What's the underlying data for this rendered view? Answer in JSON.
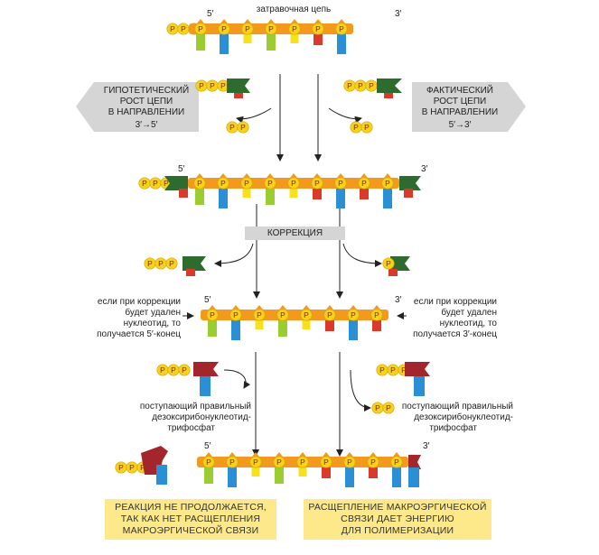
{
  "labels": {
    "primer_chain": "затравочная цепь",
    "prime5": "5′",
    "prime3": "3′",
    "hypothetical": [
      "ГИПОТЕТИЧЕСКИЙ",
      "РОСТ ЦЕПИ",
      "В НАПРАВЛЕНИИ"
    ],
    "hypothetical_dir": "3′→5′",
    "actual": [
      "ФАКТИЧЕСКИЙ",
      "РОСТ ЦЕПИ",
      "В НАПРАВЛЕНИИ"
    ],
    "actual_dir": "5′→3′",
    "correction": "КОРРЕКЦИЯ",
    "left_note": [
      "если при коррекции",
      "будет удален",
      "нуклеотид, то",
      "получается 5′-конец"
    ],
    "right_note": [
      "если при коррекции",
      "будет удален",
      "нуклеотид, то",
      "получается 3′-конец"
    ],
    "incoming_left": [
      "поступающий правильный",
      "дезоксирибонуклеотид-",
      "трифосфат"
    ],
    "incoming_right": [
      "поступающий правильный",
      "дезоксирибонуклеотид-",
      "трифосфат"
    ],
    "box_left": [
      "РЕАКЦИЯ НЕ ПРОДОЛЖАЕТСЯ,",
      "ТАК КАК НЕТ РАСЩЕПЛЕНИЯ",
      "МАКРОЭРГИЧЕСКОЙ СВЯЗИ"
    ],
    "box_right": [
      "РАСЩЕПЛЕНИЕ МАКРОЭРГИЧЕСКОЙ",
      "СВЯЗИ ДАЕТ ЭНЕРГИЮ",
      "ДЛЯ ПОЛИМЕРИЗАЦИИ"
    ],
    "phosphate": "P"
  },
  "colors": {
    "backbone": "#f39a1e",
    "phosphate": "#f7d21c",
    "nuc_green": "#9acd32",
    "nuc_blue": "#2b8fd6",
    "nuc_yellow": "#f7e01c",
    "nuc_red": "#d93a2b",
    "nuc_darkred": "#a3262c",
    "clamp_green": "#2e6b2e",
    "grey_arrow": "#d5d5d5",
    "box_fill": "#fde989"
  }
}
